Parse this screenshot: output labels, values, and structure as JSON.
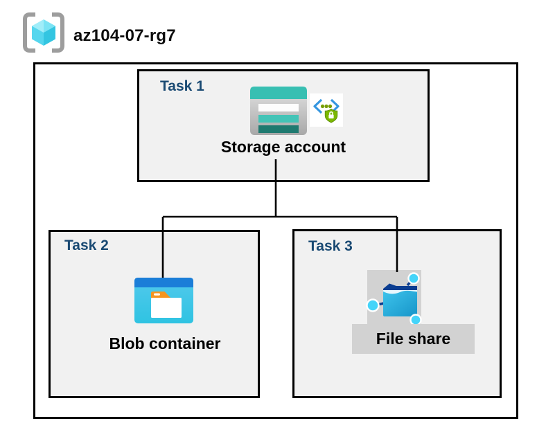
{
  "header": {
    "title": "az104-07-rg7",
    "icon": "resource-group-icon"
  },
  "diagram": {
    "tasks": [
      {
        "label": "Task 1",
        "resource": "Storage account",
        "icons": [
          "storage-account-icon",
          "shared-access-signature-icon"
        ]
      },
      {
        "label": "Task 2",
        "resource": "Blob container",
        "icons": [
          "blob-container-icon"
        ]
      },
      {
        "label": "Task 3",
        "resource": "File share",
        "icons": [
          "file-share-icon"
        ]
      }
    ],
    "connections": [
      {
        "from": "Storage account",
        "to": "Blob container"
      },
      {
        "from": "Storage account",
        "to": "File share"
      }
    ]
  },
  "colors": {
    "task_label": "#1a4a73",
    "box_background": "#f1f1f1",
    "border": "#000000",
    "storage_teal": "#38bfb2",
    "storage_teal_dark": "#1f7a70",
    "blob_band_blue": "#1b7ed8",
    "blob_cyan": "#3ec5e8",
    "blob_tab_orange": "#f5941f",
    "share_navy": "#0a3d91",
    "share_cyan": "#2ab6e4",
    "shield_green": "#7cb802",
    "bracket_blue": "#3596e0",
    "gray_highlight": "#d2d2d2",
    "rg_bracket_gray": "#9d9d9d",
    "rg_cube_cyan": "#55d6ee"
  }
}
